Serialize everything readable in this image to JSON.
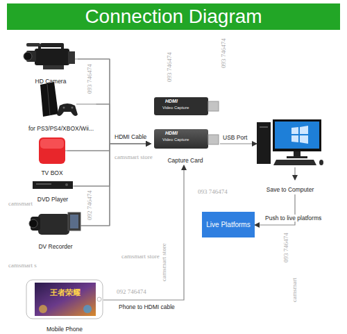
{
  "diagram": {
    "title": "Connection Diagram",
    "nodes": [
      {
        "text": [
          "HD Camera"
        ]
      },
      {
        "text": [
          "for PS3/PS4/XBOX/Wii..."
        ]
      },
      {
        "text": [
          "TV BOX"
        ]
      },
      {
        "text": [
          "DVD Player"
        ]
      },
      {
        "text": [
          "DV Recorder"
        ]
      },
      {
        "text": [
          "Mobile Phone"
        ]
      },
      {
        "text": [
          "Capture Card"
        ]
      },
      {
        "text": [
          "Save to Computer"
        ]
      },
      {
        "text": [
          "Live Platforms"
        ]
      }
    ],
    "edges": [
      {
        "from": 0,
        "to": 6,
        "arrow": "to"
      },
      {
        "from": 1,
        "to": 6,
        "label": "HDMI Cable",
        "arrow": "to"
      },
      {
        "from": 2,
        "to": 6,
        "arrow": "to"
      },
      {
        "from": 3,
        "to": 6,
        "arrow": "to"
      },
      {
        "from": 4,
        "to": 6,
        "arrow": "to"
      },
      {
        "from": 5,
        "to": 6,
        "label": "Phone to HDMI cable",
        "arrow": "to"
      },
      {
        "from": 6,
        "to": 7,
        "label": "USB Port",
        "arrow": "to"
      },
      {
        "from": 7,
        "to": 8,
        "label": "Push to live platforms",
        "arrow": "to"
      }
    ],
    "labels": [
      "HDMI",
      "Video Capture",
      "HDMI",
      "Video Capture",
      "093 746474",
      "092 746474",
      "093 746474",
      "093 746474",
      "camsmart store",
      "093 746474",
      "camsmart store",
      "camsmart s",
      "camsmart",
      "092 746474",
      "camsmart store",
      "camsmart",
      "093 746474",
      "王者荣耀"
    ]
  }
}
